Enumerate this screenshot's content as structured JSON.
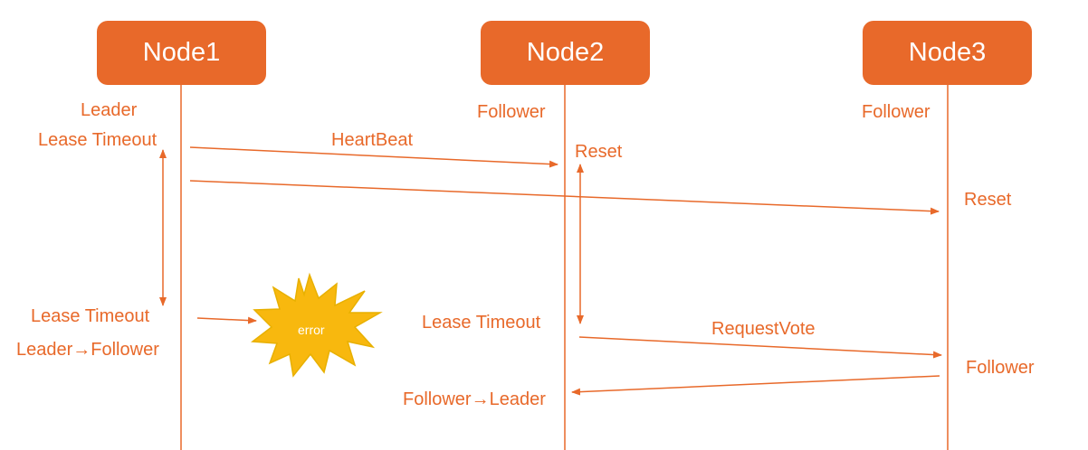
{
  "colors": {
    "accent": "#e8692a",
    "burst_fill": "#f8b80e",
    "burst_stroke": "#e8b000"
  },
  "nodes": [
    {
      "label": "Node1"
    },
    {
      "label": "Node2"
    },
    {
      "label": "Node3"
    }
  ],
  "node1": {
    "role": "Leader",
    "lease_timeout_top": "Lease Timeout",
    "lease_timeout_bottom": "Lease Timeout",
    "transition": "Leader→Follower"
  },
  "node2": {
    "role": "Follower",
    "reset": "Reset",
    "lease_timeout": "Lease Timeout",
    "transition": "Follower→Leader"
  },
  "node3": {
    "role": "Follower",
    "reset": "Reset",
    "state_after_vote": "Follower"
  },
  "messages": {
    "heartbeat": "HeartBeat",
    "request_vote": "RequestVote"
  },
  "error": {
    "label": "error"
  }
}
